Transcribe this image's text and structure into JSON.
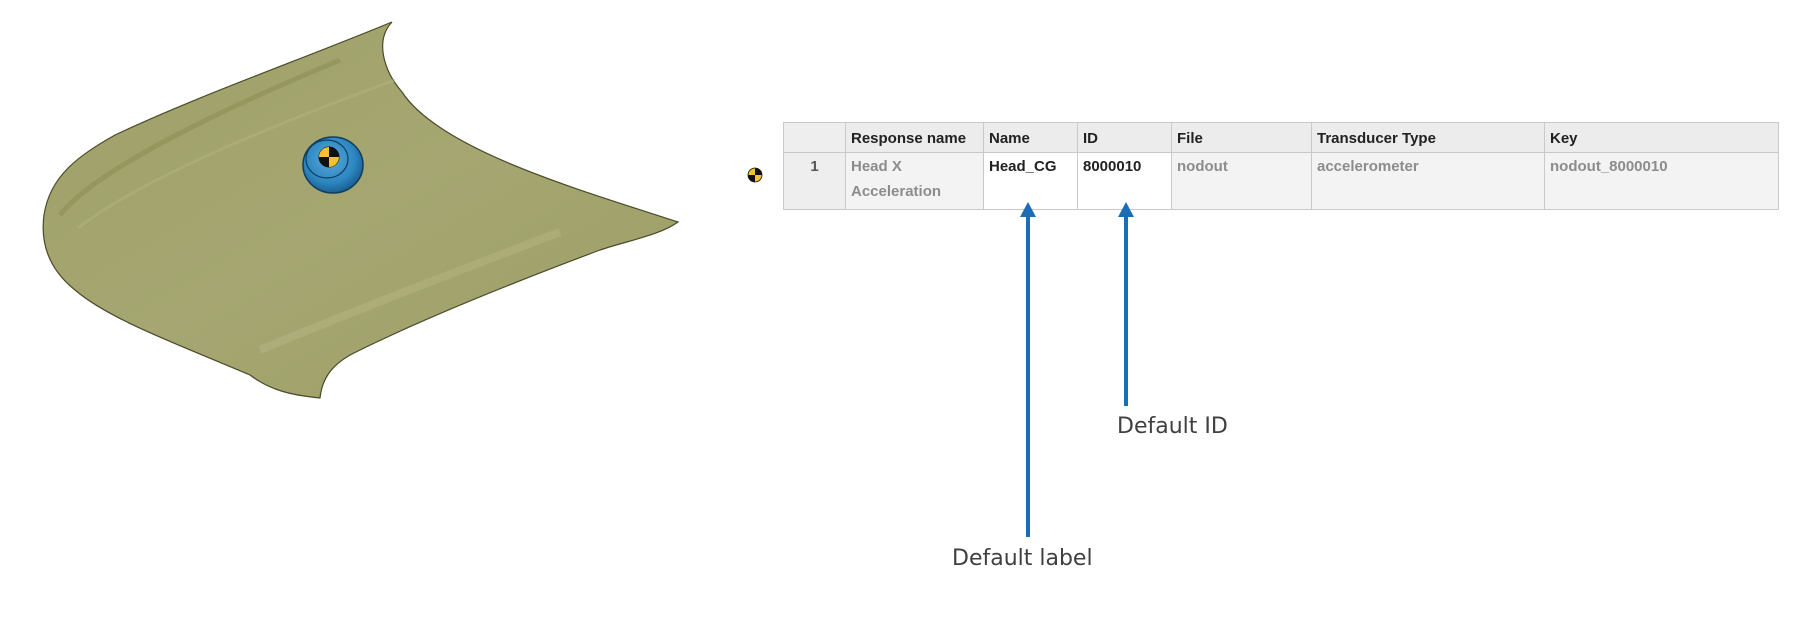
{
  "viewport": {
    "object": "car-hood",
    "hood_color": "#a3a46d",
    "sensor": "accelerometer-marker",
    "sensor_color": "#2c86c0"
  },
  "table": {
    "columns": [
      "",
      "Response name",
      "Name",
      "ID",
      "File",
      "Transducer Type",
      "Key"
    ],
    "rows": [
      {
        "index": "1",
        "response_name_line1": "Head X",
        "response_name_line2": "Acceleration",
        "name": "Head_CG",
        "id": "8000010",
        "file": "nodout",
        "transducer_type": "accelerometer",
        "key": "nodout_8000010"
      }
    ]
  },
  "annotations": {
    "default_id": "Default ID",
    "default_label": "Default label",
    "arrow_color": "#1d6db5"
  }
}
